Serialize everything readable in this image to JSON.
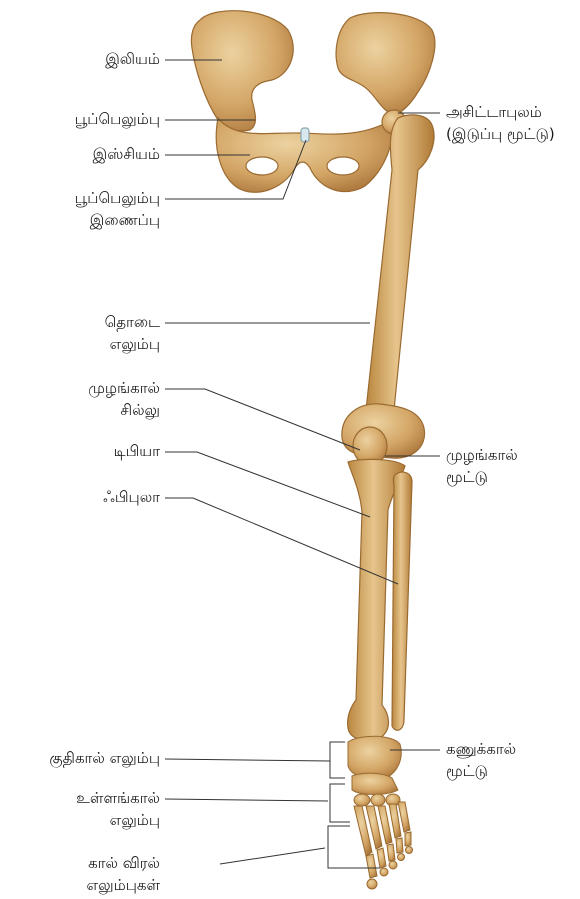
{
  "labels": {
    "ilium": "இலியம்",
    "pubis": "பூப்பெலும்பு",
    "ischium": "இஸ்சியம்",
    "pubic_symphysis_1": "பூப்பெலும்பு",
    "pubic_symphysis_2": "இணைப்பு",
    "femur_1": "தொடை",
    "femur_2": "எலும்பு",
    "patella_1": "முழங்கால்",
    "patella_2": "சில்லு",
    "tibia": "டிபியா",
    "fibula": "ஃபிபுலா",
    "tarsals": "குதிகால் எலும்பு",
    "metatarsals_1": "உள்ளங்கால்",
    "metatarsals_2": "எலும்பு",
    "phalanges_1": "கால் விரல்",
    "phalanges_2": "எலும்புகள்",
    "acetabulum_1": "அசிட்டாபுலம்",
    "acetabulum_2": "(இடுப்பு மூட்டு)",
    "knee_joint_1": "முழங்கால்",
    "knee_joint_2": "மூட்டு",
    "ankle_joint_1": "கணுக்கால்",
    "ankle_joint_2": "மூட்டு"
  }
}
